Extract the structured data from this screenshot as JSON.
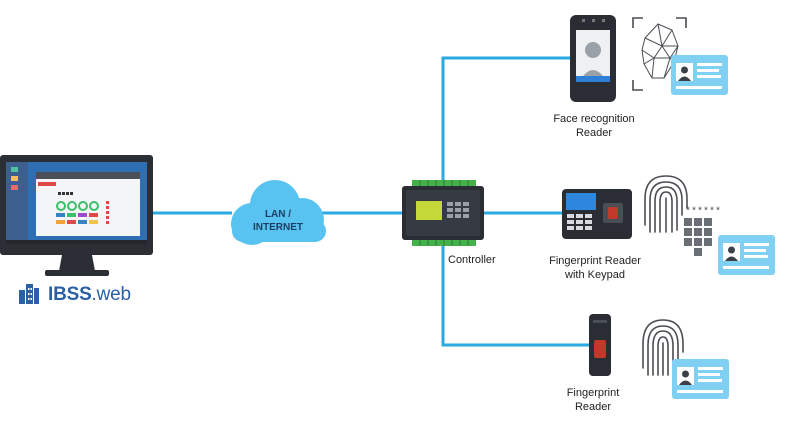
{
  "brand": {
    "name": "IBSS",
    "suffix": ".web"
  },
  "network": {
    "line1": "LAN /",
    "line2": "INTERNET"
  },
  "controller": {
    "label": "Controller"
  },
  "readers": [
    {
      "line1": "Face recognition",
      "line2": "Reader"
    },
    {
      "line1": "Fingerprint Reader",
      "line2": "with Keypad"
    },
    {
      "line1": "Fingerprint",
      "line2": "Reader"
    }
  ],
  "keypad_mask": "******",
  "colors": {
    "connector": "#2aaae2",
    "cloud": "#58c3f0",
    "cloud_text": "#1b3f63",
    "device_dark": "#2a2d33",
    "card": "#7fd0f2",
    "brand": "#2b5fa6"
  }
}
